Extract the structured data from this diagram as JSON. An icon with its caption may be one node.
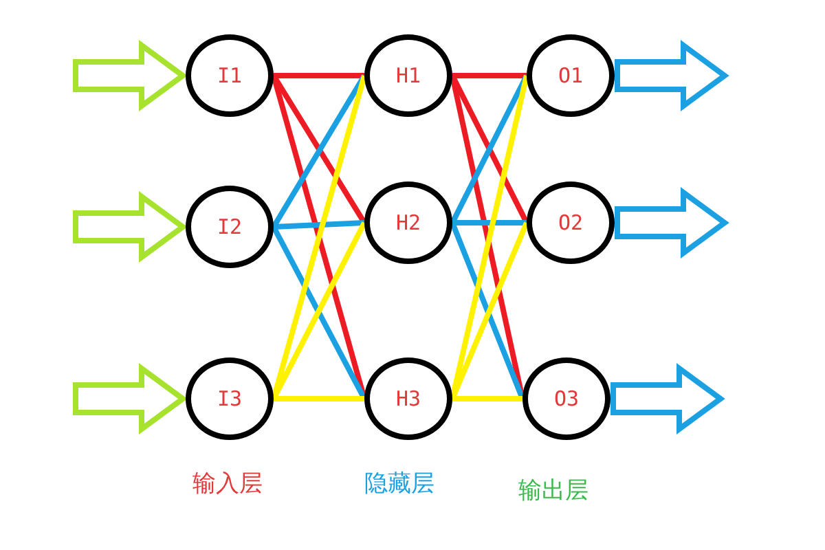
{
  "diagram": {
    "nodes": [
      {
        "text": [
          "I1"
        ]
      },
      {
        "text": [
          "I2"
        ]
      },
      {
        "text": [
          "I3"
        ]
      },
      {
        "text": [
          "H1"
        ]
      },
      {
        "text": [
          "H2"
        ]
      },
      {
        "text": [
          "H3"
        ]
      },
      {
        "text": [
          "O1"
        ]
      },
      {
        "text": [
          "O2"
        ]
      },
      {
        "text": [
          "O3"
        ]
      }
    ],
    "edges": [
      {
        "from": null,
        "to": 0,
        "arrow": "to",
        "color": "#a6e22e"
      },
      {
        "from": null,
        "to": 1,
        "arrow": "to",
        "color": "#a6e22e"
      },
      {
        "from": null,
        "to": 2,
        "arrow": "to",
        "color": "#a6e22e"
      },
      {
        "from": 0,
        "to": 3,
        "arrow": "none",
        "color": "#ed1c24"
      },
      {
        "from": 0,
        "to": 4,
        "arrow": "none",
        "color": "#ed1c24"
      },
      {
        "from": 0,
        "to": 5,
        "arrow": "none",
        "color": "#ed1c24"
      },
      {
        "from": 1,
        "to": 3,
        "arrow": "none",
        "color": "#1ba1e2"
      },
      {
        "from": 1,
        "to": 4,
        "arrow": "none",
        "color": "#1ba1e2"
      },
      {
        "from": 1,
        "to": 5,
        "arrow": "none",
        "color": "#1ba1e2"
      },
      {
        "from": 2,
        "to": 3,
        "arrow": "none",
        "color": "#fff200"
      },
      {
        "from": 2,
        "to": 4,
        "arrow": "none",
        "color": "#fff200"
      },
      {
        "from": 2,
        "to": 5,
        "arrow": "none",
        "color": "#fff200"
      },
      {
        "from": 3,
        "to": 6,
        "arrow": "none",
        "color": "#ed1c24"
      },
      {
        "from": 3,
        "to": 7,
        "arrow": "none",
        "color": "#ed1c24"
      },
      {
        "from": 3,
        "to": 8,
        "arrow": "none",
        "color": "#ed1c24"
      },
      {
        "from": 4,
        "to": 6,
        "arrow": "none",
        "color": "#1ba1e2"
      },
      {
        "from": 4,
        "to": 7,
        "arrow": "none",
        "color": "#1ba1e2"
      },
      {
        "from": 4,
        "to": 8,
        "arrow": "none",
        "color": "#1ba1e2"
      },
      {
        "from": 5,
        "to": 6,
        "arrow": "none",
        "color": "#fff200"
      },
      {
        "from": 5,
        "to": 7,
        "arrow": "none",
        "color": "#fff200"
      },
      {
        "from": 5,
        "to": 8,
        "arrow": "none",
        "color": "#fff200"
      },
      {
        "from": 6,
        "to": null,
        "arrow": "to",
        "color": "#1ba1e2"
      },
      {
        "from": 7,
        "to": null,
        "arrow": "to",
        "color": "#1ba1e2"
      },
      {
        "from": 8,
        "to": null,
        "arrow": "to",
        "color": "#1ba1e2"
      }
    ],
    "labels": [
      "输入层",
      "隐藏层",
      "输出层"
    ]
  }
}
